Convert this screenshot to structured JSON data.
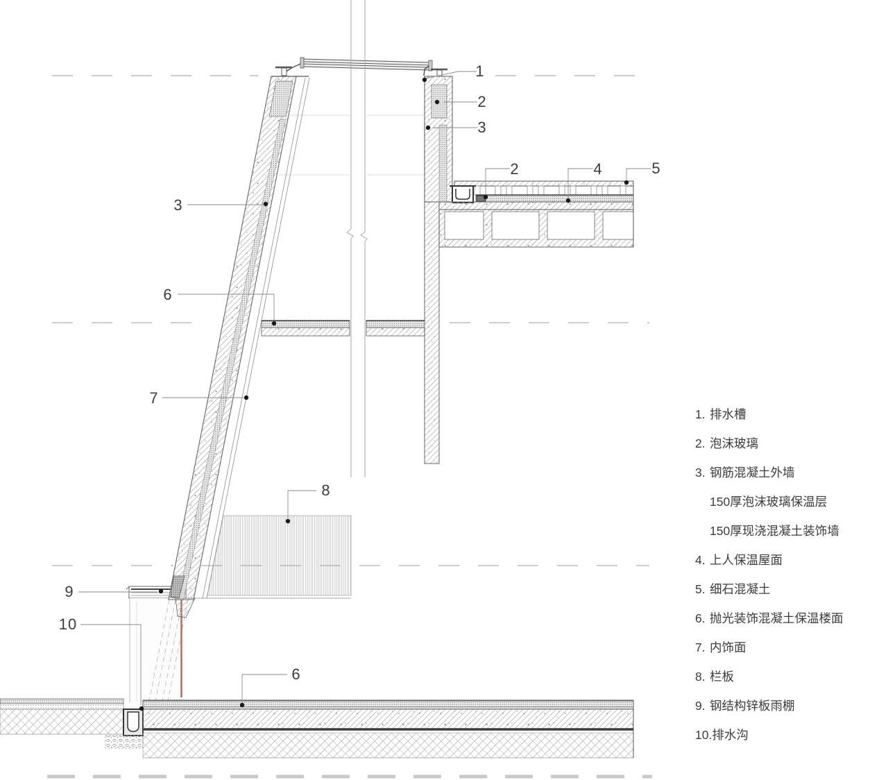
{
  "drawing": {
    "title_note": "wall section construction detail",
    "callout_labels": {
      "c1": "1",
      "c2_right": "2",
      "c3_right": "3",
      "c2_roof": "2",
      "c4": "4",
      "c5": "5",
      "c3_left": "3",
      "c6_mid": "6",
      "c7": "7",
      "c8": "8",
      "c9": "9",
      "c10": "10",
      "c6_bottom": "6"
    }
  },
  "legend": {
    "rows": [
      {
        "num": "1.",
        "text": "排水槽"
      },
      {
        "num": "2.",
        "text": "泡沫玻璃"
      },
      {
        "num": "3.",
        "text": "钢筋混凝土外墙"
      },
      {
        "num": "",
        "text": "150厚泡沫玻璃保温层"
      },
      {
        "num": "",
        "text": "150厚现浇混凝土装饰墙"
      },
      {
        "num": "4.",
        "text": "上人保温屋面"
      },
      {
        "num": "5.",
        "text": "细石混凝土"
      },
      {
        "num": "6.",
        "text": "抛光装饰混凝土保温楼面"
      },
      {
        "num": "7.",
        "text": "内饰面"
      },
      {
        "num": "8.",
        "text": "栏板"
      },
      {
        "num": "9.",
        "text": "钢结构锌板雨棚"
      },
      {
        "num": "10.",
        "text": "排水沟"
      }
    ]
  },
  "colors": {
    "line": "#4a4a4a",
    "text": "#3c3c3c",
    "red_glass": "#b56a6a",
    "dash_bold": "#c9c9cc"
  }
}
